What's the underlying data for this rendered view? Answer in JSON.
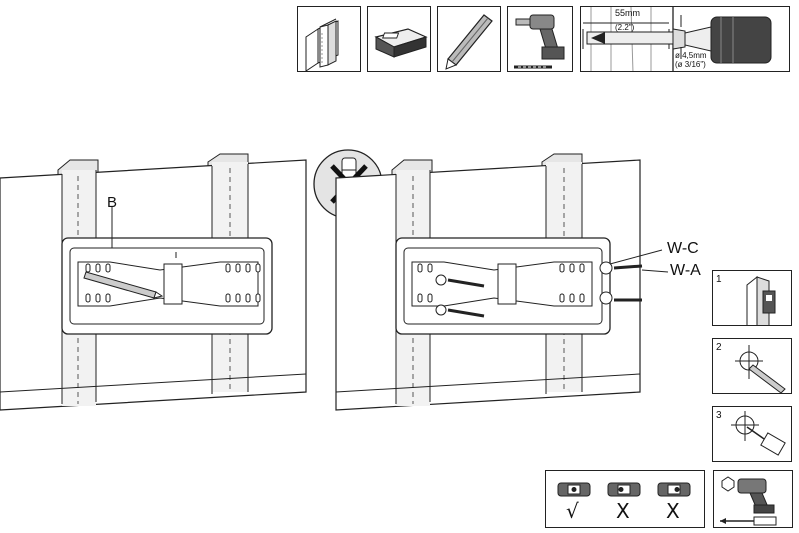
{
  "drill_spec": {
    "depth_mm": "55mm",
    "depth_in": "(2.2\")",
    "bit_mm": "ø 4,5mm",
    "bit_in": "(ø 3/16\")"
  },
  "labels": {
    "stud_bracket": "B",
    "washer": "W-C",
    "screw": "W-A"
  },
  "steps": [
    "1",
    "2",
    "3"
  ],
  "level_marks": [
    "√",
    "X",
    "X"
  ],
  "colors": {
    "line": "#222222",
    "stud": "#dcdcdc",
    "wall": "#ffffff"
  }
}
